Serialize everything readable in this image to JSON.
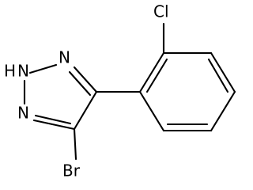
{
  "molecule": {
    "atoms": {
      "nh": "H",
      "n_upper": "N",
      "n_nh": "N",
      "n_lower": "N",
      "br": "Br",
      "cl": "Cl"
    }
  }
}
